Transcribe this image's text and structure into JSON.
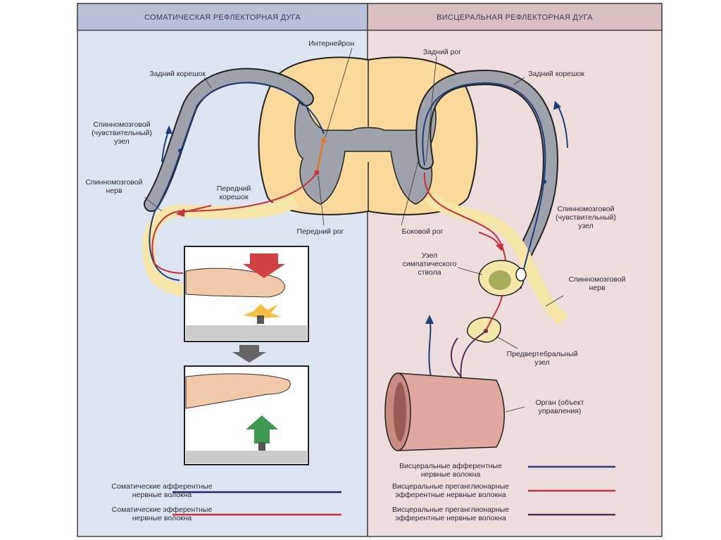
{
  "panels": {
    "left": {
      "title": "СОМАТИЧЕСКАЯ РЕФЛЕКТОРНАЯ ДУГА",
      "bg": "#dde4f2",
      "header_bg": "#b9c1d9"
    },
    "right": {
      "title": "ВИСЦЕРАЛЬНАЯ РЕФЛЕКТОРНАЯ ДУГА",
      "bg": "#eedddd",
      "header_bg": "#d9bfbf"
    }
  },
  "labels": {
    "interneuron": "Интернейрон",
    "dorsal_root_left": "Задний корешок",
    "spinal_ganglion_left": [
      "Спинномозговой",
      "(чувствительный)",
      "узел"
    ],
    "spinal_nerve_left": [
      "Спинномозговой",
      "нерв"
    ],
    "ventral_root": [
      "Передний",
      "корешок"
    ],
    "ventral_horn": "Передний рог",
    "dorsal_horn": "Задний рог",
    "dorsal_root_right": "Задний корешок",
    "lateral_horn": "Боковой рог",
    "spinal_ganglion_right": [
      "Спинномозговой",
      "(чувствительный)",
      "узел"
    ],
    "sympathetic_ganglion": [
      "Узел",
      "симпатического",
      "ствола"
    ],
    "spinal_nerve_right": [
      "Спинномозговой",
      "нерв"
    ],
    "prevertebral_ganglion": [
      "Предвертебральный",
      "узел"
    ],
    "organ": [
      "Орган (объект",
      "управления)"
    ]
  },
  "legend": {
    "left": [
      {
        "text": [
          "Соматические афферентные",
          "нервные волокна"
        ],
        "color": "#1f2f66"
      },
      {
        "text": [
          "Соматические эфферентные",
          "нервные волокна"
        ],
        "color": "#c8303c"
      }
    ],
    "right": [
      {
        "text": [
          "Висцеральные афферентные",
          "нервные волокна"
        ],
        "color": "#2c3f7a"
      },
      {
        "text": [
          "Висцеральные преганглионарные",
          "эфферентные нервные волокна"
        ],
        "color": "#c8303c"
      },
      {
        "text": [
          "Висцеральные преганглионарные",
          "эфферентные нервные волокна"
        ],
        "color": "#5a2a55"
      }
    ]
  },
  "colors": {
    "white_matter": "#fbd99a",
    "gray_matter": "#9ea2aa",
    "afferent": "#1f3f7a",
    "efferent": "#c8303c",
    "interneuron": "#e07a20"
  }
}
